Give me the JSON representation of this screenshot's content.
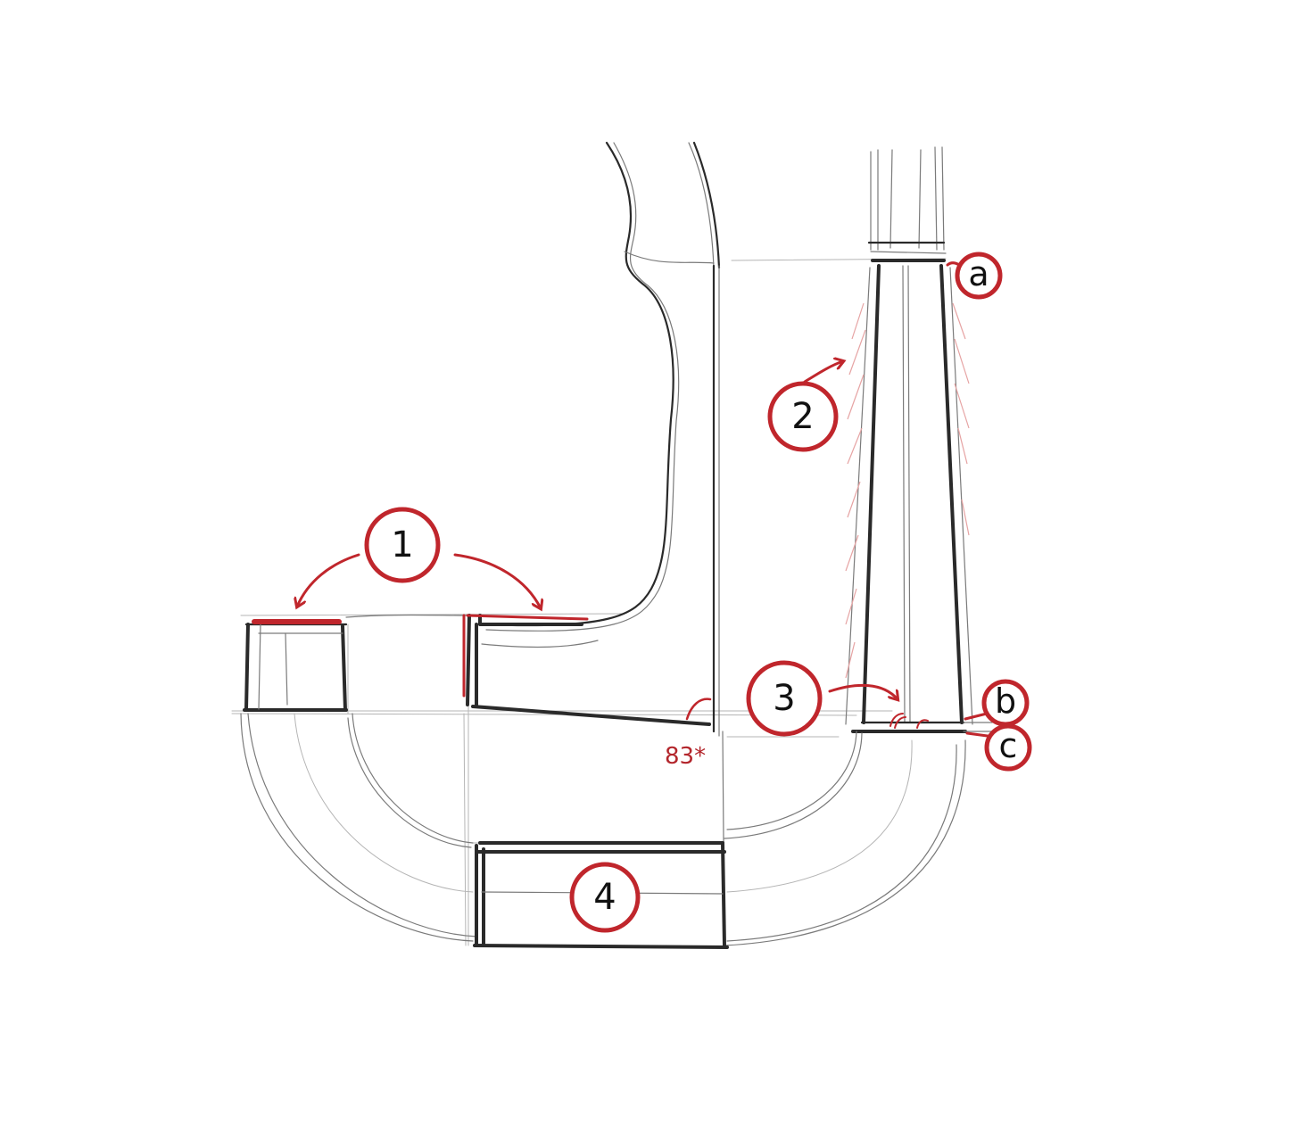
{
  "callouts": [
    {
      "label": "1"
    },
    {
      "label": "2"
    },
    {
      "label": "3"
    },
    {
      "label": "4"
    }
  ],
  "letters": [
    {
      "label": "a"
    },
    {
      "label": "b"
    },
    {
      "label": "c"
    }
  ],
  "angle_label": "83*",
  "colors": {
    "pencil": "#2a2a2a",
    "annotation_red": "#c0262c",
    "hatch": "#e6a3a3",
    "background": "#ffffff"
  }
}
